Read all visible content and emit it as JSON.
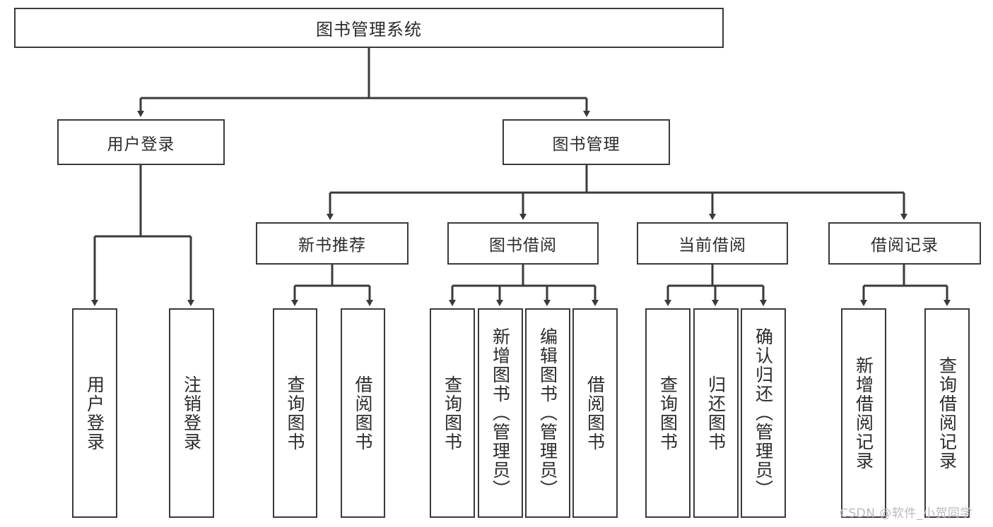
{
  "diagram": {
    "title": "图书管理系统",
    "type": "tree-hierarchy-diagram",
    "colors": {
      "box_border": "#3a3a3a",
      "box_fill": "#ffffff",
      "connector": "#3a3a3a",
      "text": "#2b2b2b",
      "watermark": "#b9b9b9"
    },
    "root": {
      "label": "图书管理系统"
    },
    "level2": [
      {
        "label": "用户登录"
      },
      {
        "label": "图书管理"
      }
    ],
    "level3": [
      {
        "label": "新书推荐"
      },
      {
        "label": "图书借阅"
      },
      {
        "label": "当前借阅"
      },
      {
        "label": "借阅记录"
      }
    ],
    "leaves": {
      "user_login": [
        {
          "label": "用户登录"
        },
        {
          "label": "注销登录"
        }
      ],
      "new_book_recommend": [
        {
          "label": "查询图书"
        },
        {
          "label": "借阅图书"
        }
      ],
      "book_borrow": [
        {
          "label": "查询图书"
        },
        {
          "label": "新增图书（管理员）"
        },
        {
          "label": "编辑图书（管理员）"
        },
        {
          "label": "借阅图书"
        }
      ],
      "current_borrow": [
        {
          "label": "查询图书"
        },
        {
          "label": "归还图书"
        },
        {
          "label": "确认归还（管理员）"
        }
      ],
      "borrow_record": [
        {
          "label": "新增借阅记录"
        },
        {
          "label": "查询借阅记录"
        }
      ]
    }
  },
  "watermark": {
    "text": "CSDN @软件_小贺同学"
  }
}
